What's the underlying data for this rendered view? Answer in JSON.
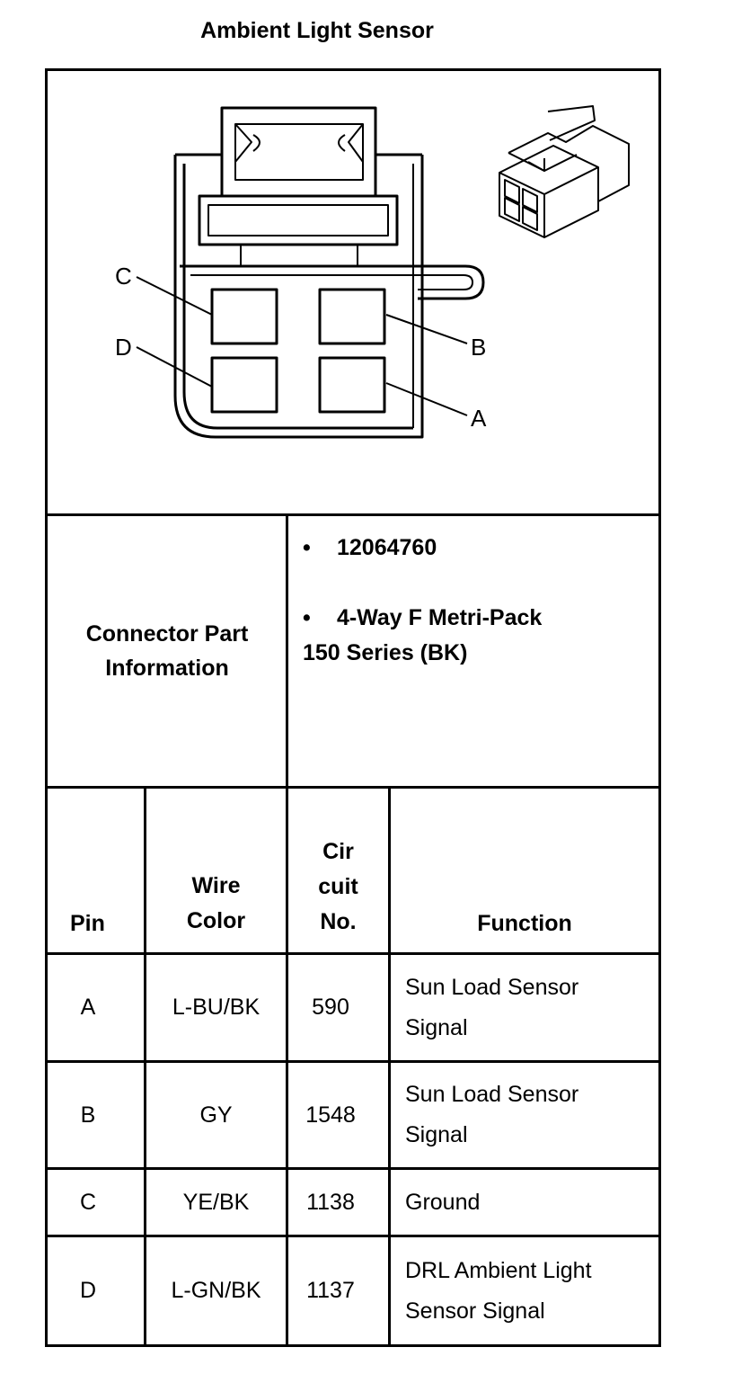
{
  "title": "Ambient Light Sensor",
  "diagram": {
    "pin_labels": {
      "a": "A",
      "b": "B",
      "c": "C",
      "d": "D"
    }
  },
  "connector": {
    "label_line1": "Connector Part",
    "label_line2": "Information",
    "bullet": "•",
    "part_number": "12064760",
    "description_line1": "4-Way F Metri-Pack",
    "description_line2": "150 Series (BK)"
  },
  "table": {
    "headers": {
      "pin": "Pin",
      "wire_color_line1": "Wire",
      "wire_color_line2": "Color",
      "circuit_line1": "Cir",
      "circuit_line2": "cuit",
      "circuit_line3": "No.",
      "function": "Function"
    },
    "rows": [
      {
        "pin": "A",
        "wire_color": "L-BU/BK",
        "circuit": "590",
        "function_line1": "Sun Load Sensor",
        "function_line2": "Signal"
      },
      {
        "pin": "B",
        "wire_color": "GY",
        "circuit": "1548",
        "function_line1": "Sun Load Sensor",
        "function_line2": "Signal"
      },
      {
        "pin": "C",
        "wire_color": "YE/BK",
        "circuit": "1138",
        "function_line1": "Ground",
        "function_line2": ""
      },
      {
        "pin": "D",
        "wire_color": "L-GN/BK",
        "circuit": "1137",
        "function_line1": "DRL Ambient Light",
        "function_line2": "Sensor Signal"
      }
    ]
  }
}
